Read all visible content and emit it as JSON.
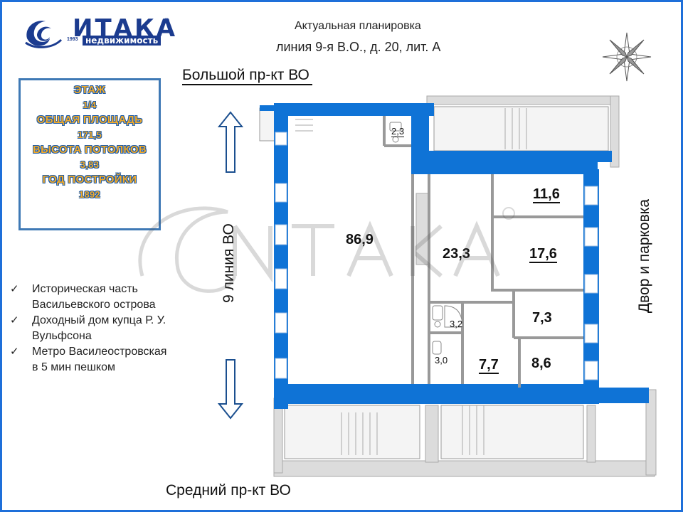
{
  "logo": {
    "name": "ИТАКА",
    "reg": "®",
    "sub": "недвижимость",
    "year": "1993"
  },
  "header": {
    "title": "Актуальная планировка",
    "address": "линия 9-я В.О., д. 20, лит. А"
  },
  "streets": {
    "top": "Большой пр-кт ВО",
    "bottom": "Средний пр-кт ВО",
    "left": "9 линия ВО",
    "right": "Двор и парковка"
  },
  "info": [
    {
      "label": "ЭТАЖ",
      "value": "1/4"
    },
    {
      "label": "ОБЩАЯ ПЛОЩАДЬ",
      "value": "171,5"
    },
    {
      "label": "ВЫСОТА ПОТОЛКОВ",
      "value": "3,83"
    },
    {
      "label": "ГОД ПОСТРОЙКИ",
      "value": "1892"
    }
  ],
  "bullets": [
    "Историческая часть Васильевского острова",
    "Доходный дом купца Р. У. Вульфсона",
    "Метро Василеостровская в 5 мин пешком"
  ],
  "check_glyph": "✓",
  "rooms": {
    "r23": "2,3",
    "r869": "86,9",
    "r116": "11,6",
    "r233": "23,3",
    "r176": "17,6",
    "r73": "7,3",
    "r32": "3,2",
    "r30": "3,0",
    "r77": "7,7",
    "r86": "8,6"
  },
  "colors": {
    "wall": "#0f73d6",
    "frame": "#1e6fd9",
    "info_text": "#f0a92a",
    "shaded": "#dcdcdc"
  },
  "icons": [
    "compass-rose-icon",
    "arrow-up-icon",
    "arrow-down-icon",
    "check-icon",
    "logo-swirl-icon"
  ]
}
